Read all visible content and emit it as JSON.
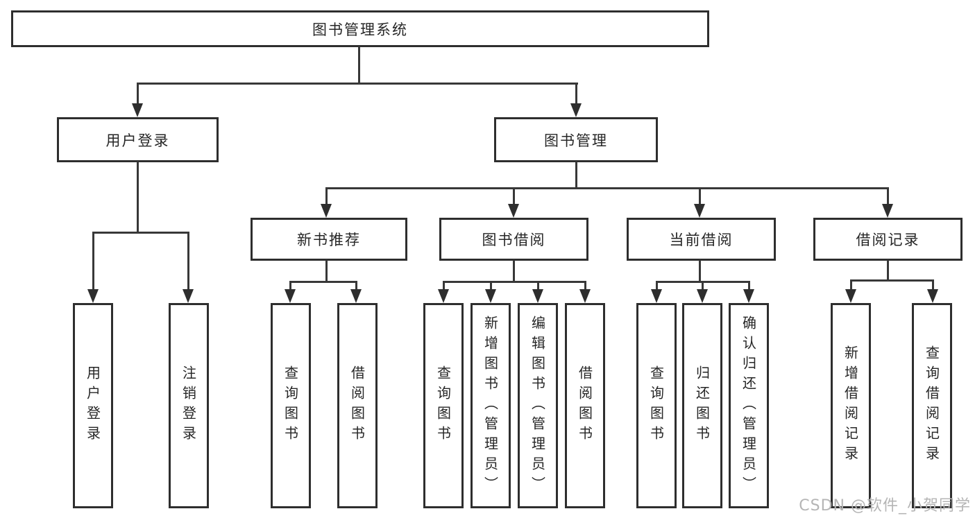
{
  "watermark": "CSDN @软件_小贺同学",
  "nodes": {
    "root": "图书管理系统",
    "user_login": "用户登录",
    "book_mgmt": "图书管理",
    "new_book": "新书推荐",
    "book_borrow": "图书借阅",
    "current_borrow": "当前借阅",
    "borrow_records": "借阅记录"
  },
  "leaves": {
    "login": "用户登录",
    "logout": "注销登录",
    "nb_query": "查询图书",
    "nb_borrow": "借阅图书",
    "bb_query": "查询图书",
    "bb_add": "新增图书（管理员）",
    "bb_edit": "编辑图书（管理员）",
    "bb_borrow": "借阅图书",
    "cb_query": "查询图书",
    "cb_return": "归还图书",
    "cb_confirm": "确认归还（管理员）",
    "br_add": "新增借阅记录",
    "br_query": "查询借阅记录"
  }
}
